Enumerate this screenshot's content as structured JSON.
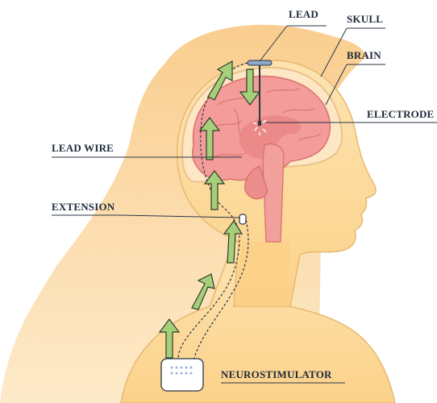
{
  "diagram": {
    "labels": {
      "lead": "LEAD",
      "skull": "SKULL",
      "brain": "BRAIN",
      "electrode": "ELECTRODE",
      "lead_wire": "LEAD WIRE",
      "extension": "EXTENSION",
      "neurostimulator": "NEUROSTIMULATOR"
    },
    "colors": {
      "hair": "#fbd49a",
      "skin": "#fcd98f",
      "skin_outline": "#e8b870",
      "skull": "#fde7c4",
      "brain": "#f39c9a",
      "brain_dark": "#e27b79",
      "arrow": "#a6cf7a",
      "arrow_outline": "#2f3b2a",
      "device": "#ffffff",
      "device_dots": "#9fb3d1",
      "text": "#1e2a3a"
    },
    "icons": {
      "flow_arrows": "up-arrow-icon",
      "down_arrow": "down-arrow-icon",
      "spark": "spark-icon"
    }
  }
}
